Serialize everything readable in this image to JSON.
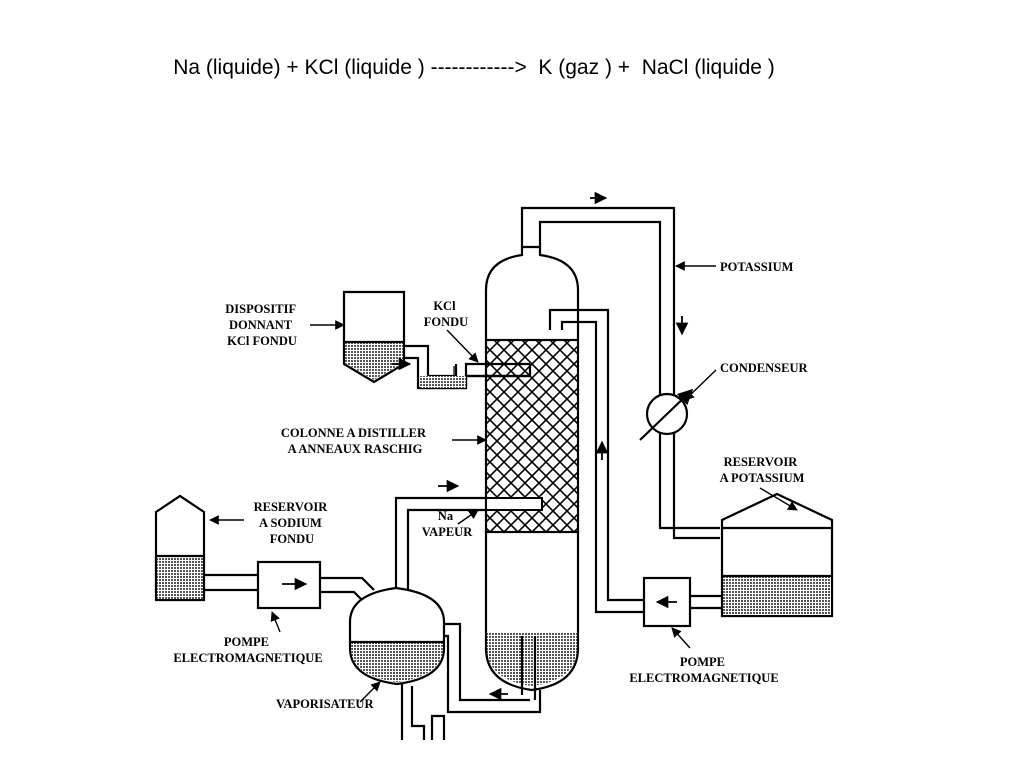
{
  "equation": "Na (liquide) + KCl (liquide ) ------------>  K (gaz ) +  NaCl (liquide )",
  "labels": {
    "dispositif": [
      "DISPOSITIF",
      "DONNANT",
      "KCl FONDU"
    ],
    "kcl_fondu": [
      "KCl",
      "FONDU"
    ],
    "potassium": "POTASSIUM",
    "condenseur": "CONDENSEUR",
    "colonne": [
      "COLONNE A DISTILLER",
      "A ANNEAUX RASCHIG"
    ],
    "reservoir_potassium": [
      "RESERVOIR",
      "A POTASSIUM"
    ],
    "reservoir_sodium": [
      "RESERVOIR",
      "A SODIUM",
      "FONDU"
    ],
    "na_vapeur": [
      "Na",
      "VAPEUR"
    ],
    "pompe_left": [
      "POMPE",
      "ELECTROMAGNETIQUE"
    ],
    "pompe_right": [
      "POMPE",
      "ELECTROMAGNETIQUE"
    ],
    "vaporisateur": "VAPORISATEUR"
  },
  "colors": {
    "line": "#000000",
    "liquid_fill": "#6e6e6e",
    "background": "#ffffff"
  },
  "icons": {
    "flow_arrow": "arrow-icon",
    "condenser": "condenser-symbol"
  }
}
